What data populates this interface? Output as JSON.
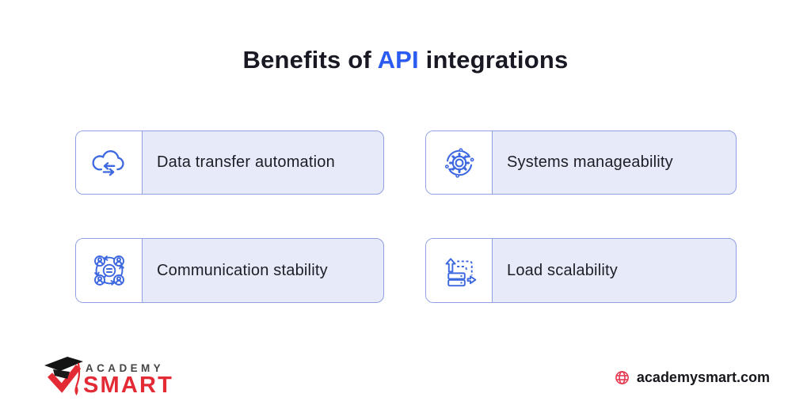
{
  "title": {
    "prefix": "Benefits of ",
    "highlight": "API",
    "suffix": " integrations"
  },
  "cards": [
    {
      "label": "Data transfer automation",
      "icon": "cloud-transfer-icon"
    },
    {
      "label": "Systems manageability",
      "icon": "gear-sync-icon"
    },
    {
      "label": "Communication stability",
      "icon": "people-communication-icon"
    },
    {
      "label": "Load scalability",
      "icon": "server-scaling-icon"
    }
  ],
  "footer": {
    "logo_top": "ACADEMY",
    "logo_bottom": "SMART",
    "website": "academysmart.com"
  },
  "colors": {
    "accent_blue": "#2c5bf2",
    "icon_stroke": "#3d68e0",
    "card_fill": "#e7eaf9",
    "card_border": "#90a0e2",
    "brand_red": "#e32b35",
    "text_dark": "#17181f"
  }
}
